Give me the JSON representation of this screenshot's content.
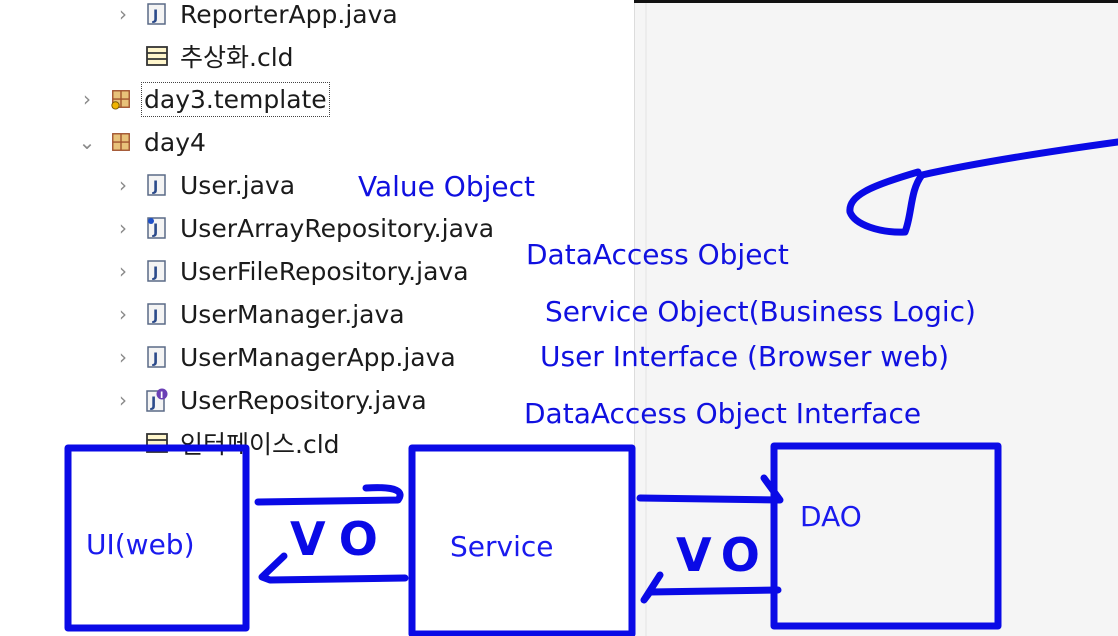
{
  "explorer": {
    "items": [
      {
        "label": "ReporterApp.java",
        "icon": "java-file-icon"
      },
      {
        "label": "추상화.cld",
        "icon": "class-diagram-icon"
      },
      {
        "label": "day3.template",
        "icon": "package-icon"
      },
      {
        "label": "day4",
        "icon": "package-icon"
      },
      {
        "label": "User.java",
        "icon": "java-file-icon"
      },
      {
        "label": "UserArrayRepository.java",
        "icon": "java-file-icon"
      },
      {
        "label": "UserFileRepository.java",
        "icon": "java-file-icon"
      },
      {
        "label": "UserManager.java",
        "icon": "java-file-icon"
      },
      {
        "label": "UserManagerApp.java",
        "icon": "java-file-icon"
      },
      {
        "label": "UserRepository.java",
        "icon": "java-interface-icon"
      },
      {
        "label": "인터페이스.cld",
        "icon": "class-diagram-icon"
      }
    ]
  },
  "annotations": {
    "value_object": "Value Object",
    "data_access_object": "DataAccess Object",
    "service_object": "Service Object(Business Logic)",
    "user_interface": "User Interface (Browser web)",
    "dao_interface": "DataAccess Object Interface"
  },
  "diagram": {
    "ui_box": "UI(web)",
    "service_box": "Service",
    "dao_box": "DAO",
    "vo_left": "VO",
    "vo_right": "VO"
  },
  "colors": {
    "ink": "#1010e0",
    "background": "#ffffff",
    "pane": "#f5f5f5"
  }
}
